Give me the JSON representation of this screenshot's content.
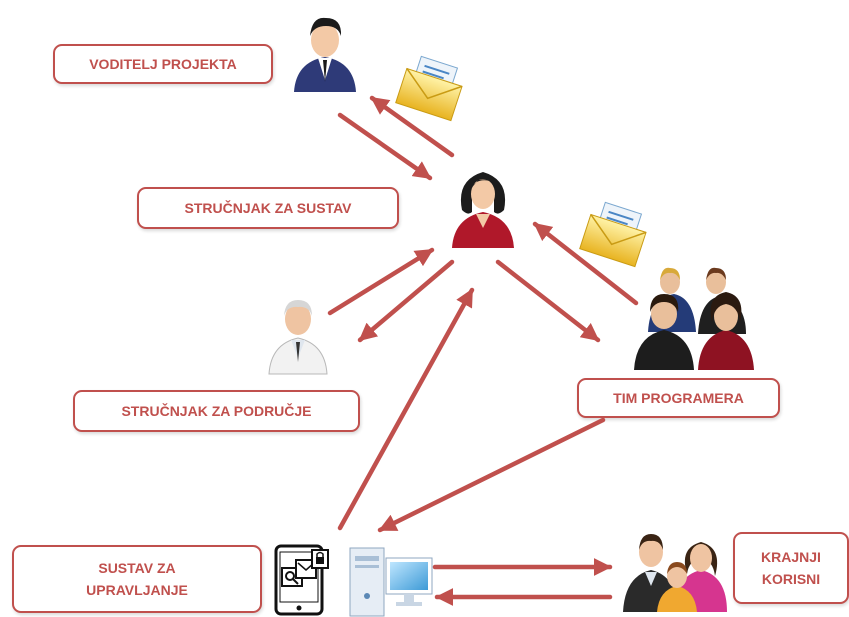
{
  "colors": {
    "accent": "#c0504d",
    "arrow": "#c0504d"
  },
  "labels": {
    "voditelj": "VODITELJ PROJEKTA",
    "strucnjak_sustav": "STRUČNJAK ZA SUSTAV",
    "strucnjak_podrucje": "STRUČNJAK ZA PODRUČJE",
    "tim": "TIM PROGRAMERA",
    "sustav_line1": "SUSTAV ZA",
    "sustav_line2": "UPRAVLJANJE",
    "korisni_line1": "KRAJNJI",
    "korisni_line2": "KORISNI"
  },
  "icons": [
    "manager-icon",
    "envelope-icon",
    "woman-icon",
    "doctor-icon",
    "team-icon",
    "mobile-device-icon",
    "desktop-computer-icon",
    "family-icon"
  ]
}
